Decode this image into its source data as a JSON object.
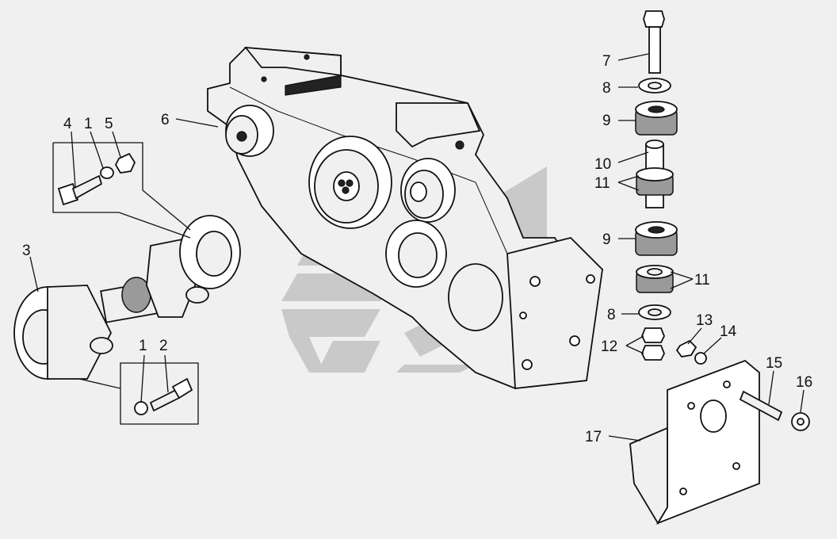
{
  "callouts": [
    {
      "id": "l4",
      "text": "4"
    },
    {
      "id": "l1a",
      "text": "1"
    },
    {
      "id": "l5",
      "text": "5"
    },
    {
      "id": "l6",
      "text": "6"
    },
    {
      "id": "l3",
      "text": "3"
    },
    {
      "id": "l1b",
      "text": "1"
    },
    {
      "id": "l2",
      "text": "2"
    },
    {
      "id": "l7",
      "text": "7"
    },
    {
      "id": "l8a",
      "text": "8"
    },
    {
      "id": "l9a",
      "text": "9"
    },
    {
      "id": "l10",
      "text": "10"
    },
    {
      "id": "l11a",
      "text": "11"
    },
    {
      "id": "l9b",
      "text": "9"
    },
    {
      "id": "l11b",
      "text": "11"
    },
    {
      "id": "l8b",
      "text": "8"
    },
    {
      "id": "l12",
      "text": "12"
    },
    {
      "id": "l13",
      "text": "13"
    },
    {
      "id": "l14",
      "text": "14"
    },
    {
      "id": "l15",
      "text": "15"
    },
    {
      "id": "l16",
      "text": "16"
    },
    {
      "id": "l17",
      "text": "17"
    }
  ],
  "watermark": {
    "icon": "stylized-logo-watermark",
    "color": "#c8c8c8"
  }
}
